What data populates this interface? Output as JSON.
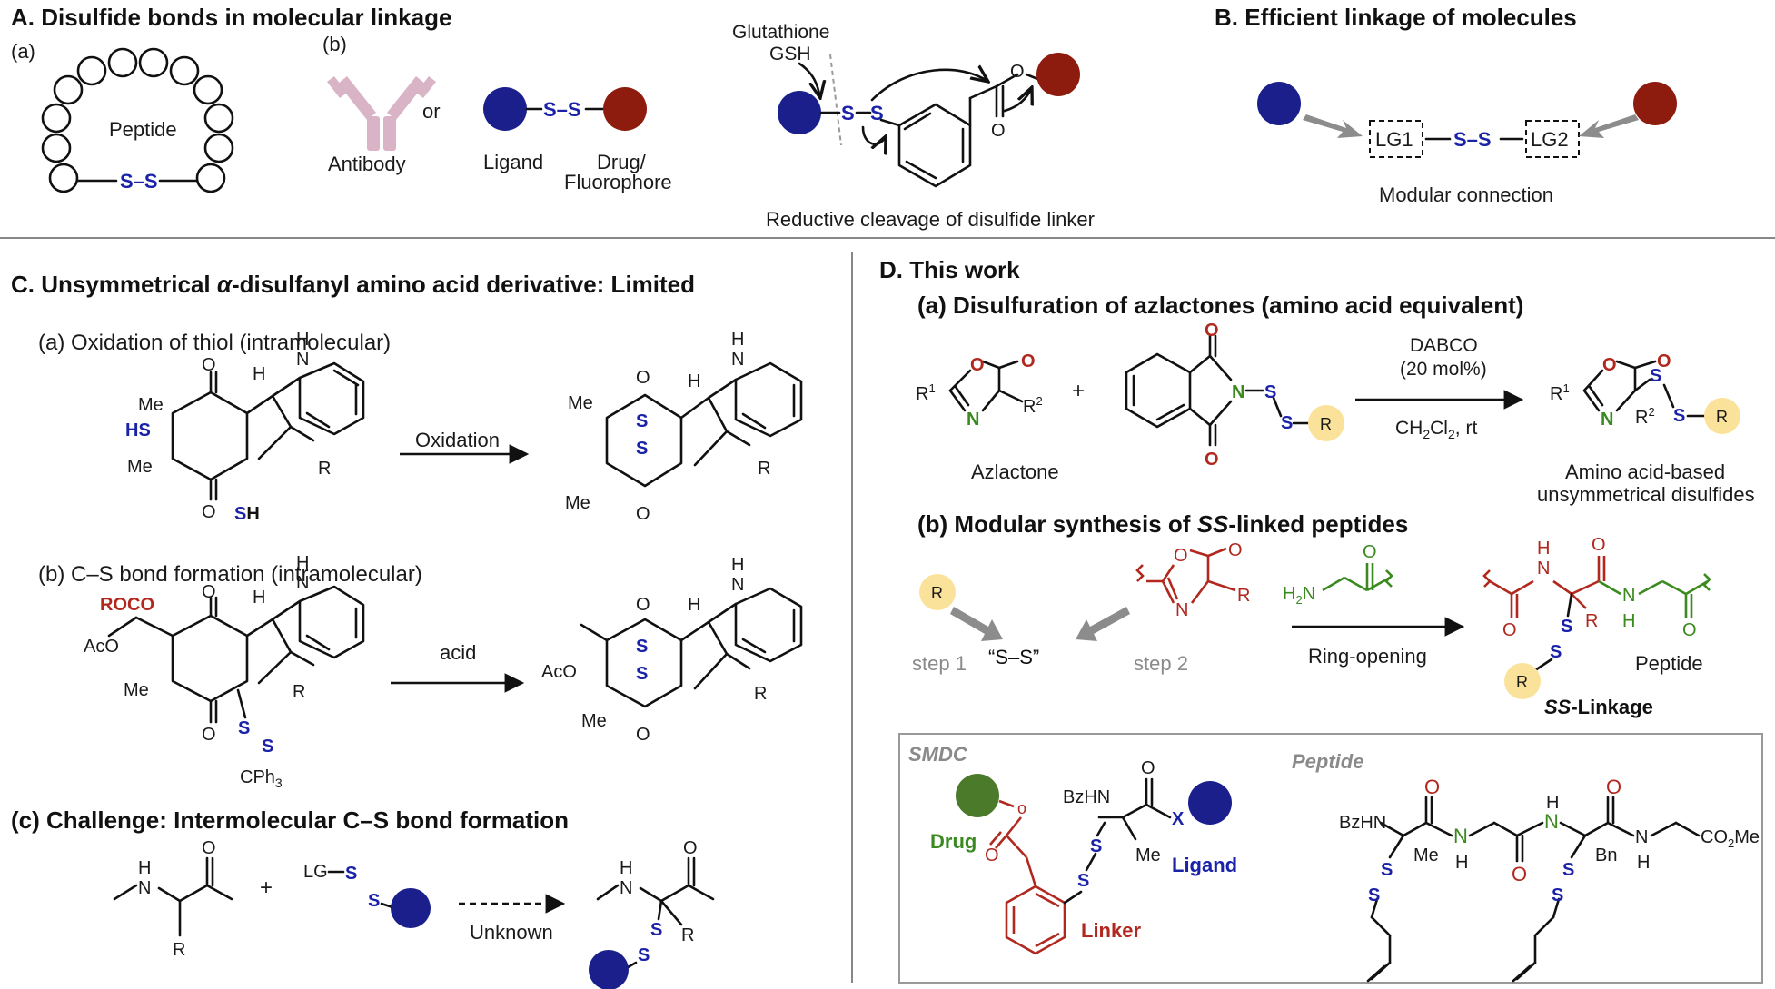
{
  "panelA": {
    "title": "A. Disulfide bonds in molecular linkage",
    "sub_a": "(a)",
    "sub_b": "(b)",
    "peptide": "Peptide",
    "ss": "S–S",
    "antibody": "Antibody",
    "or": "or",
    "ligand": "Ligand",
    "drug": "Drug/",
    "fluorophore": "Fluorophore",
    "glutathione": "Glutathione",
    "gsh": "GSH",
    "cleavage": "Reductive cleavage of disulfide linker"
  },
  "panelB": {
    "title": "B. Efficient linkage of molecules",
    "lg1": "LG1",
    "lg2": "LG2",
    "caption": "Modular connection"
  },
  "panelC": {
    "title_pre": "C. Unsymmetrical ",
    "title_alpha": "α",
    "title_post": "-disulfanyl amino acid derivative: Limited",
    "a": "(a) Oxidation of thiol (intramolecular)",
    "oxidation": "Oxidation",
    "b": "(b) C–S bond formation (intramolecular)",
    "acid": "acid",
    "c": "(c) Challenge: Intermolecular C–S bond formation",
    "unknown": "Unknown",
    "roco": "ROCO",
    "aco": "AcO",
    "me": "Me",
    "cph3": "CPh",
    "cph3_sub": "3",
    "lg": "LG",
    "plus": "+"
  },
  "panelD": {
    "title": "D. This work",
    "a": "(a) Disulfuration of azlactones (amino acid equivalent)",
    "dabco": "DABCO",
    "mol": "(20 mol%)",
    "solvent": "CH",
    "solvent_sub": "2",
    "solvent_cl": "Cl",
    "solvent_rt": ", rt",
    "azlactone": "Azlactone",
    "product1": "Amino acid-based",
    "product2": "unsymmetrical disulfides",
    "b_pre": "(b) Modular synthesis of ",
    "b_ss": "SS",
    "b_post": "-linked peptides",
    "step1": "step 1",
    "step2": "step 2",
    "ssq": "“S–S”",
    "ringopen": "Ring-opening",
    "peptide": "Peptide",
    "sslink_ss": "SS",
    "sslink": "-Linkage",
    "smdc": "SMDC",
    "peptide2": "Peptide",
    "drug": "Drug",
    "ligand": "Ligand",
    "linker": "Linker",
    "bzhn": "BzHN",
    "co2me": "CO",
    "co2me_sub": "2",
    "co2me_me": "Me",
    "bn": "Bn"
  },
  "colors": {
    "blue_ball": "#1a1f8c",
    "red_ball": "#8e1c0e",
    "yellow_ball": "#fbe29a",
    "green_ball": "#4b7a2b",
    "antibody": "#d9b4c6",
    "arrow_gray": "#8c8c8c"
  }
}
